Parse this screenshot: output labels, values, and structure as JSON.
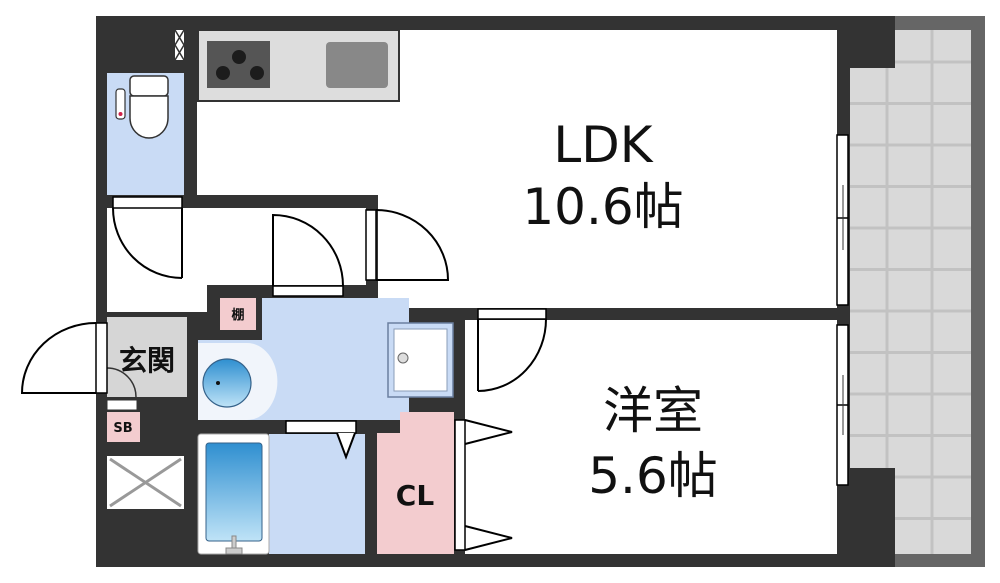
{
  "rooms": {
    "ldk": {
      "name": "LDK",
      "size": "10.6帖"
    },
    "western_room": {
      "name": "洋室",
      "size": "5.6帖"
    },
    "closet": {
      "name": "CL"
    },
    "entrance": {
      "name": "玄関"
    },
    "shelf": {
      "name": "棚"
    },
    "shoe_box": {
      "name": "SB"
    }
  },
  "colors": {
    "wall": "#333333",
    "wet_area": "#c9dbf5",
    "closet": "#f3cccf",
    "entrance": "#d6d6d6",
    "balcony": "#d9d9d9",
    "balcony_frame": "#666666"
  }
}
